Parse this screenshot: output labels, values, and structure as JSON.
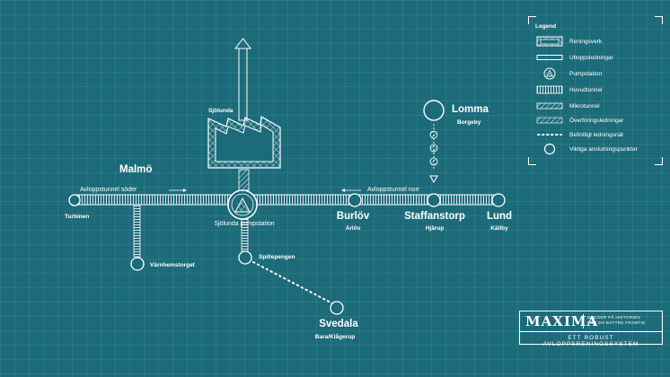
{
  "places": {
    "malmo": "Malmö",
    "turbinen": "Turbinen",
    "sjolunda": "Sjölunda",
    "sjolunda_pumpstation": "Sjölunda pumpstation",
    "varnhemstorget": "Värnhemstorget",
    "spillepengen": "Spillepengen",
    "svedala": "Svedala",
    "bara_klagerup": "Bara/Klågerup",
    "burlov": "Burlöv",
    "arlov": "Arlöv",
    "staffanstorp": "Staffanstorp",
    "hjarup": "Hjärup",
    "lund": "Lund",
    "kallby": "Källby",
    "lomma": "Lomma",
    "borgeby": "Borgeby"
  },
  "tunnels": {
    "south": "Avloppstunnel söder",
    "north": "Avloppstunnel norr"
  },
  "legend": {
    "title": "Legend",
    "items": [
      {
        "key": "reningsverk",
        "label": "Reningsverk",
        "icon": "treatment-plant-icon"
      },
      {
        "key": "utlopp",
        "label": "Utloppsledningar",
        "icon": "outlet-pipe-icon"
      },
      {
        "key": "pumpstation",
        "label": "Pumpstation",
        "icon": "pump-station-icon"
      },
      {
        "key": "huvudtunnel",
        "label": "Huvudtunnel",
        "icon": "main-tunnel-icon"
      },
      {
        "key": "mikrotunnel",
        "label": "Mikrotunnel",
        "icon": "micro-tunnel-icon"
      },
      {
        "key": "overforing",
        "label": "Överföringsledningar",
        "icon": "transfer-pipe-icon"
      },
      {
        "key": "befintligt",
        "label": "Befintligt ledningsnät",
        "icon": "existing-network-icon"
      },
      {
        "key": "anslutning",
        "label": "Viktiga anslutningspunkter",
        "icon": "connection-point-icon"
      }
    ]
  },
  "brand": {
    "name": "MAXIMA",
    "tagline_1": "BYGGER PÅ HISTORIEN",
    "tagline_2": "FÖR EN BÄTTRE FRAMTID",
    "subtitle": "ETT ROBUST AVLOPPSRENINGSSYSTEM"
  },
  "colors": {
    "background": "#1c6b7a",
    "line": "#ffffff"
  }
}
